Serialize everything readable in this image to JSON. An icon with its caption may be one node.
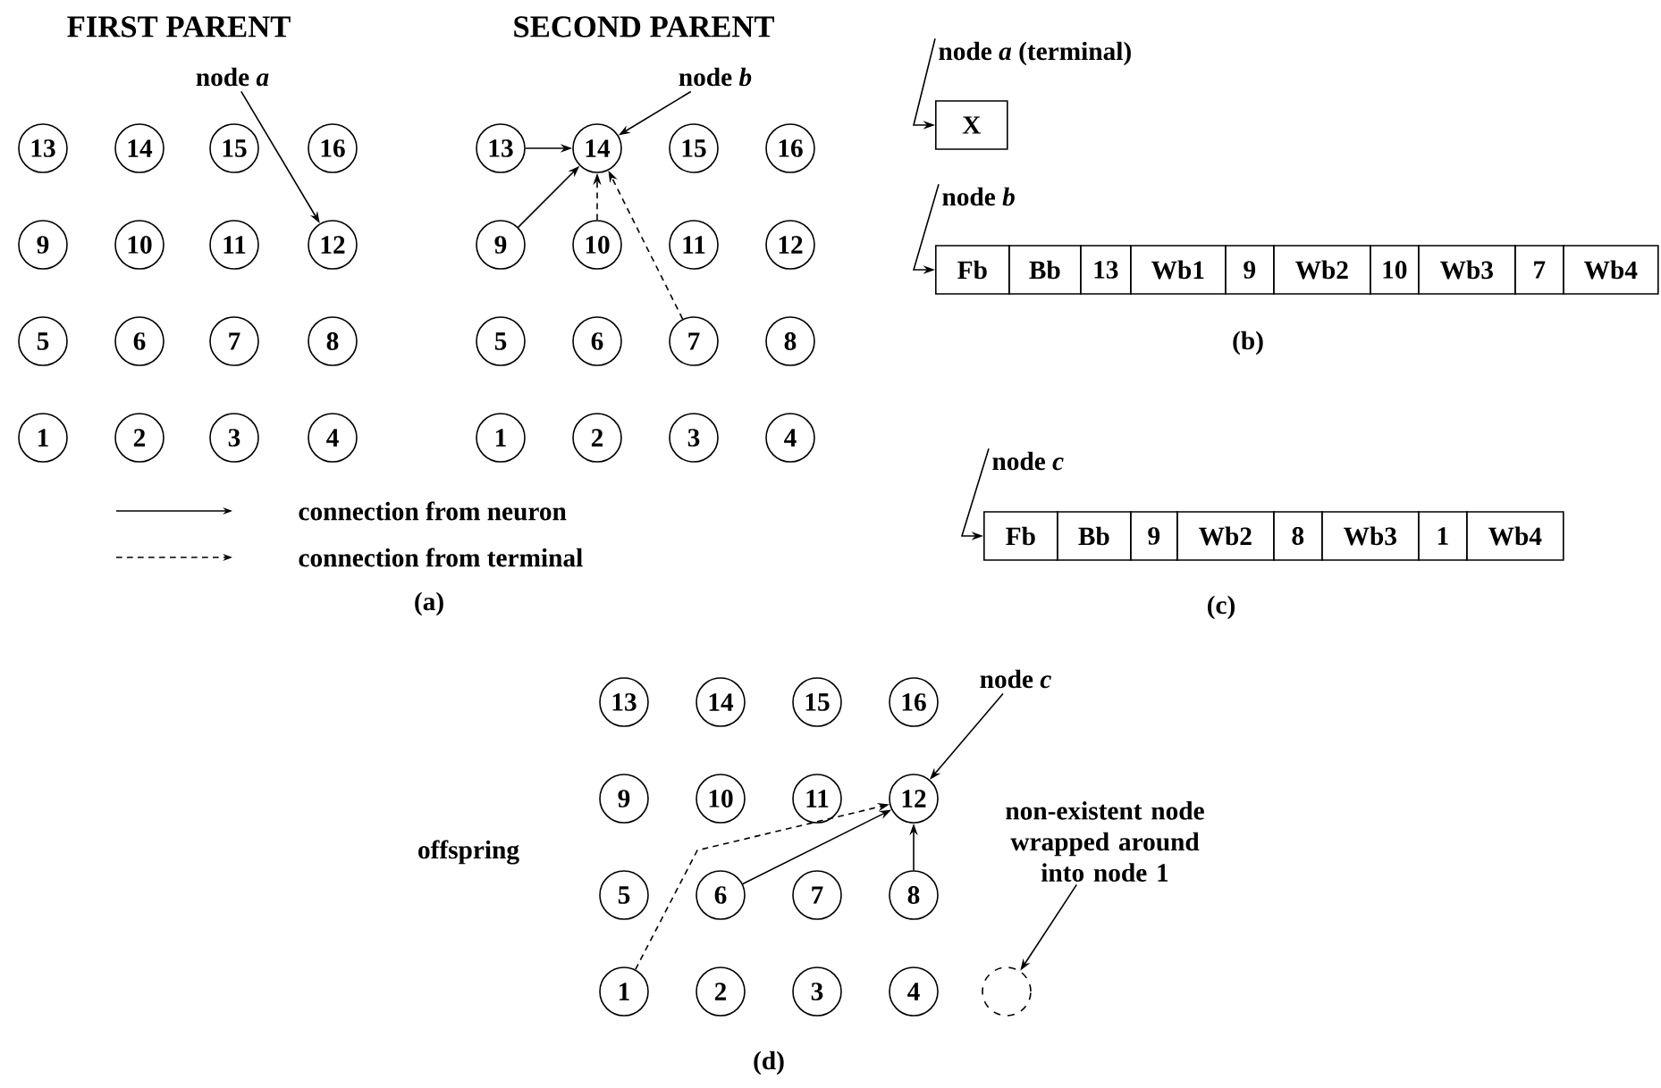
{
  "diagram": {
    "nodes": [
      {
        "text": [
          "13"
        ]
      },
      {
        "text": [
          "14"
        ]
      },
      {
        "text": [
          "15"
        ]
      },
      {
        "text": [
          "16"
        ]
      },
      {
        "text": [
          "9"
        ]
      },
      {
        "text": [
          "10"
        ]
      },
      {
        "text": [
          "11"
        ]
      },
      {
        "text": [
          "12"
        ]
      },
      {
        "text": [
          "5"
        ]
      },
      {
        "text": [
          "6"
        ]
      },
      {
        "text": [
          "7"
        ]
      },
      {
        "text": [
          "8"
        ]
      },
      {
        "text": [
          "1"
        ]
      },
      {
        "text": [
          "2"
        ]
      },
      {
        "text": [
          "3"
        ]
      },
      {
        "text": [
          "4"
        ]
      },
      {
        "text": [
          "node *a*"
        ]
      },
      {
        "text": [
          "13"
        ]
      },
      {
        "text": [
          "14"
        ]
      },
      {
        "text": [
          "15"
        ]
      },
      {
        "text": [
          "16"
        ]
      },
      {
        "text": [
          "9"
        ]
      },
      {
        "text": [
          "10"
        ]
      },
      {
        "text": [
          "11"
        ]
      },
      {
        "text": [
          "12"
        ]
      },
      {
        "text": [
          "5"
        ]
      },
      {
        "text": [
          "6"
        ]
      },
      {
        "text": [
          "7"
        ]
      },
      {
        "text": [
          "8"
        ]
      },
      {
        "text": [
          "1"
        ]
      },
      {
        "text": [
          "2"
        ]
      },
      {
        "text": [
          "3"
        ]
      },
      {
        "text": [
          "4"
        ]
      },
      {
        "text": [
          "node *b*"
        ]
      },
      {
        "text": [
          "node *a* (terminal)"
        ]
      },
      {
        "text": [
          "X"
        ]
      },
      {
        "text": [
          "node *b*"
        ]
      },
      {
        "text": [
          "Fb"
        ]
      },
      {
        "text": [
          "Bb"
        ]
      },
      {
        "text": [
          "13"
        ]
      },
      {
        "text": [
          "Wb1"
        ]
      },
      {
        "text": [
          "9"
        ]
      },
      {
        "text": [
          "Wb2"
        ]
      },
      {
        "text": [
          "10"
        ]
      },
      {
        "text": [
          "Wb3"
        ]
      },
      {
        "text": [
          "7"
        ]
      },
      {
        "text": [
          "Wb4"
        ]
      },
      {
        "text": [
          "node *c*"
        ]
      },
      {
        "text": [
          "Fb"
        ]
      },
      {
        "text": [
          "Bb"
        ]
      },
      {
        "text": [
          "9"
        ]
      },
      {
        "text": [
          "Wb2"
        ]
      },
      {
        "text": [
          "8"
        ]
      },
      {
        "text": [
          "Wb3"
        ]
      },
      {
        "text": [
          "1"
        ]
      },
      {
        "text": [
          "Wb4"
        ]
      },
      {
        "text": [
          "13"
        ]
      },
      {
        "text": [
          "14"
        ]
      },
      {
        "text": [
          "15"
        ]
      },
      {
        "text": [
          "16"
        ]
      },
      {
        "text": [
          "9"
        ]
      },
      {
        "text": [
          "10"
        ]
      },
      {
        "text": [
          "11"
        ]
      },
      {
        "text": [
          "12"
        ]
      },
      {
        "text": [
          "5"
        ]
      },
      {
        "text": [
          "6"
        ]
      },
      {
        "text": [
          "7"
        ]
      },
      {
        "text": [
          "8"
        ]
      },
      {
        "text": [
          "1"
        ]
      },
      {
        "text": [
          "2"
        ]
      },
      {
        "text": [
          "3"
        ]
      },
      {
        "text": [
          "4"
        ]
      },
      {
        "text": [
          "node *c*"
        ]
      },
      {
        "text": [
          "non-existent node wrapped around into node 1"
        ]
      },
      {
        "text": [],
        "shape": "circle"
      }
    ],
    "edges": [
      {
        "from": 16,
        "to": 7,
        "arrow": "to"
      },
      {
        "from": 17,
        "to": 18,
        "arrow": "to"
      },
      {
        "from": 21,
        "to": 18,
        "arrow": "to"
      },
      {
        "from": 22,
        "to": 18,
        "arrow": "to",
        "style": "dashed"
      },
      {
        "from": 27,
        "to": 18,
        "arrow": "to",
        "style": "dashed"
      },
      {
        "from": 33,
        "to": 18,
        "arrow": "to"
      },
      {
        "from": 34,
        "to": 35,
        "arrow": "to"
      },
      {
        "from": 36,
        "to": 37,
        "arrow": "to"
      },
      {
        "from": 47,
        "to": 48,
        "arrow": "to"
      },
      {
        "from": 65,
        "to": 63,
        "arrow": "to"
      },
      {
        "from": 67,
        "to": 63,
        "arrow": "to"
      },
      {
        "from": 68,
        "to": 63,
        "arrow": "to",
        "style": "dashed"
      },
      {
        "from": 72,
        "to": 63,
        "arrow": "to"
      },
      {
        "from": 73,
        "to": 74,
        "arrow": "to"
      }
    ],
    "labels": [
      "FIRST PARENT",
      "SECOND PARENT",
      "(a)",
      "(b)",
      "(c)",
      "offspring",
      "(d)"
    ],
    "legend": [
      {
        "text": "connection from neuron"
      },
      {
        "text": "connection from terminal"
      }
    ]
  }
}
